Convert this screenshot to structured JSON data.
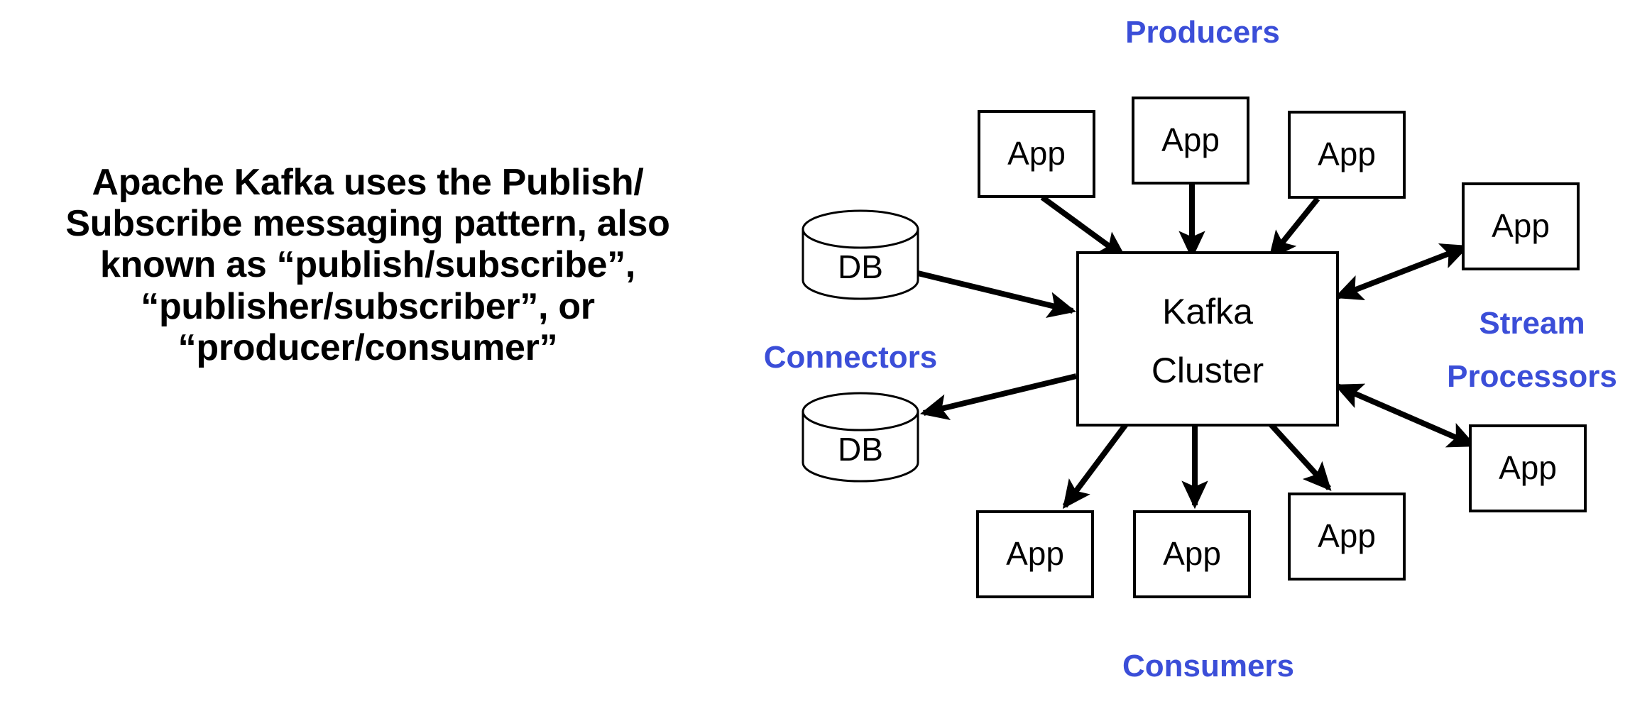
{
  "caption": {
    "lines": [
      "Apache Kafka uses the Publish/",
      "Subscribe messaging pattern, also",
      "known as “publish/subscribe”,",
      "“publisher/subscriber”, or",
      "“producer/consumer”"
    ]
  },
  "colors": {
    "accent_blue": "#3B4ED8",
    "stroke_black": "#000000",
    "background": "#ffffff"
  },
  "diagram": {
    "center": {
      "label_line1": "Kafka",
      "label_line2": "Cluster"
    },
    "groups": {
      "producers": {
        "label": "Producers"
      },
      "connectors": {
        "label": "Connectors"
      },
      "stream_processors": {
        "label_line1": "Stream",
        "label_line2": "Processors"
      },
      "consumers": {
        "label": "Consumers"
      }
    },
    "producers": [
      {
        "label": "App"
      },
      {
        "label": "App"
      },
      {
        "label": "App"
      }
    ],
    "connectors": [
      {
        "label": "DB"
      },
      {
        "label": "DB"
      }
    ],
    "stream_processors": [
      {
        "label": "App"
      },
      {
        "label": "App"
      }
    ],
    "consumers": [
      {
        "label": "App"
      },
      {
        "label": "App"
      },
      {
        "label": "App"
      }
    ],
    "edges": [
      {
        "from": "producer-app-1",
        "to": "kafka-cluster",
        "direction": "one-way"
      },
      {
        "from": "producer-app-2",
        "to": "kafka-cluster",
        "direction": "one-way"
      },
      {
        "from": "producer-app-3",
        "to": "kafka-cluster",
        "direction": "one-way"
      },
      {
        "from": "connector-db-1",
        "to": "kafka-cluster",
        "direction": "one-way"
      },
      {
        "from": "kafka-cluster",
        "to": "connector-db-2",
        "direction": "one-way"
      },
      {
        "from": "kafka-cluster",
        "to": "stream-app-1",
        "direction": "two-way"
      },
      {
        "from": "kafka-cluster",
        "to": "stream-app-2",
        "direction": "two-way"
      },
      {
        "from": "kafka-cluster",
        "to": "consumer-app-1",
        "direction": "one-way"
      },
      {
        "from": "kafka-cluster",
        "to": "consumer-app-2",
        "direction": "one-way"
      },
      {
        "from": "kafka-cluster",
        "to": "consumer-app-3",
        "direction": "one-way"
      }
    ]
  }
}
